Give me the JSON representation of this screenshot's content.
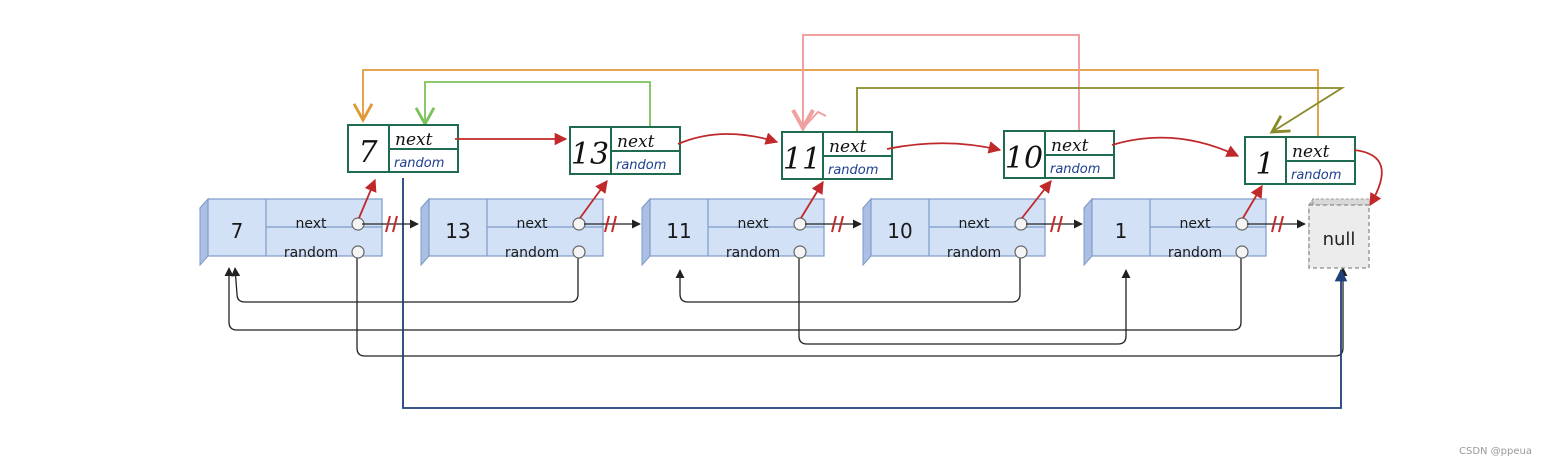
{
  "original_nodes": [
    {
      "value": "7",
      "next_label": "next",
      "random_label": "random"
    },
    {
      "value": "13",
      "next_label": "next",
      "random_label": "random"
    },
    {
      "value": "11",
      "next_label": "next",
      "random_label": "random"
    },
    {
      "value": "10",
      "next_label": "next",
      "random_label": "random"
    },
    {
      "value": "1",
      "next_label": "next",
      "random_label": "random"
    }
  ],
  "copy_nodes": [
    {
      "value": "7",
      "next_label": "next",
      "random_label": "random"
    },
    {
      "value": "13",
      "next_label": "next",
      "random_label": "random"
    },
    {
      "value": "11",
      "next_label": "next",
      "random_label": "random"
    },
    {
      "value": "10",
      "next_label": "next",
      "random_label": "random"
    },
    {
      "value": "1",
      "next_label": "next",
      "random_label": "random"
    }
  ],
  "null_label": "null",
  "watermark": "CSDN @ppeua",
  "colors": {
    "original_fill": "#d3e1f7",
    "original_stroke": "#7f9bc9",
    "copy_stroke": "#1f6b4d",
    "red_arrow": "#c0282a",
    "orange_arrow": "#e09a3a",
    "light_green_arrow": "#7cc25a",
    "pink_arrow": "#f0a0a0",
    "olive_arrow": "#8a8a2a",
    "navy_arrow": "#1e3f7a",
    "black_arrow": "#222222"
  }
}
